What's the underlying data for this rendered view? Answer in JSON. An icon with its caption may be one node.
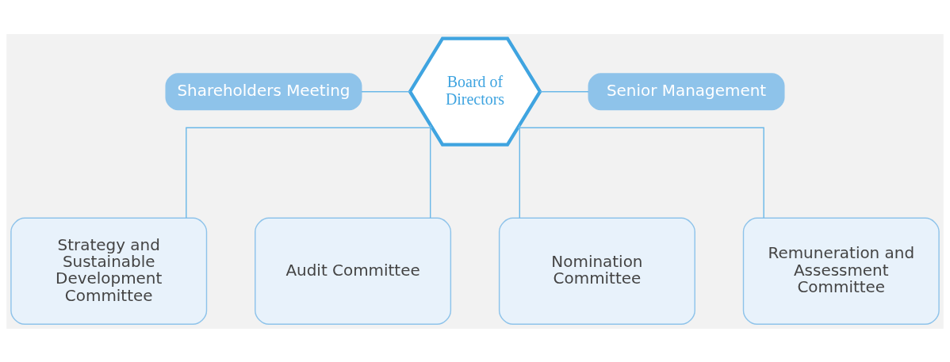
{
  "diagram": {
    "nodes": [
      {
        "text": [
          "Board of Directors"
        ]
      },
      {
        "text": [
          "Shareholders Meeting"
        ]
      },
      {
        "text": [
          "Senior Management"
        ]
      },
      {
        "text": [
          "Strategy and Sustainable Development Committee"
        ]
      },
      {
        "text": [
          "Audit Committee"
        ]
      },
      {
        "text": [
          "Nomination Committee"
        ]
      },
      {
        "text": [
          "Remuneration and Assessment Committee"
        ]
      }
    ],
    "edges": [
      {
        "from": 1,
        "to": 0,
        "arrow": "none"
      },
      {
        "from": 0,
        "to": 2,
        "arrow": "none"
      },
      {
        "from": 0,
        "to": 3,
        "arrow": "none"
      },
      {
        "from": 0,
        "to": 4,
        "arrow": "none"
      },
      {
        "from": 0,
        "to": 5,
        "arrow": "none"
      },
      {
        "from": 0,
        "to": 6,
        "arrow": "none"
      }
    ]
  }
}
